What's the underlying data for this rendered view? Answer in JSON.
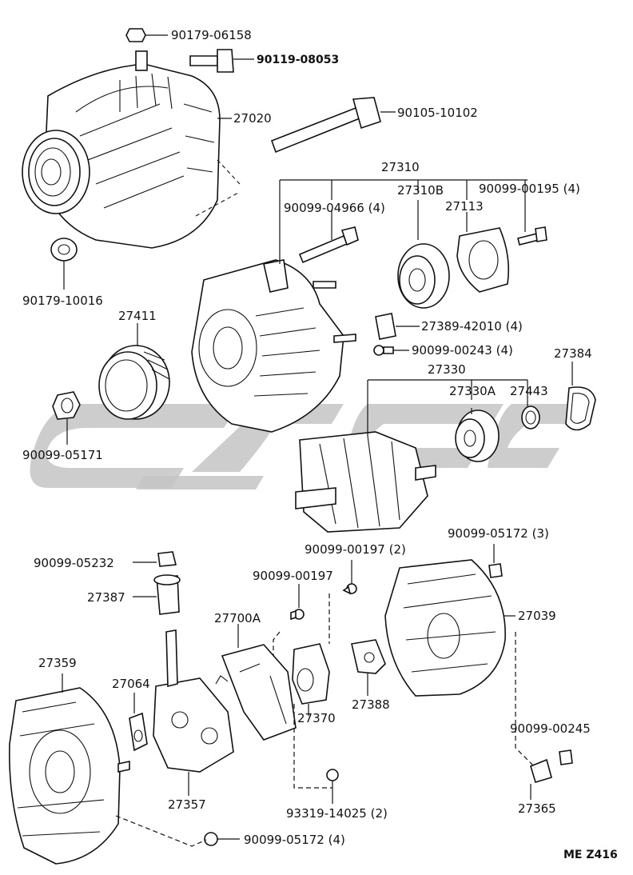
{
  "diagram": {
    "code": "ME Z416",
    "labels": {
      "p90179_06158": "90179-06158",
      "p90119_08053": "90119-08053",
      "p27020": "27020",
      "p90105_10102": "90105-10102",
      "p27310": "27310",
      "p27310B": "27310B",
      "p90099_00195": "90099-00195 (4)",
      "p90099_04966": "90099-04966 (4)",
      "p27113": "27113",
      "p90179_10016": "90179-10016",
      "p27411": "27411",
      "p27389_42010": "27389-42010 (4)",
      "p90099_00243": "90099-00243 (4)",
      "p27384": "27384",
      "p27330": "27330",
      "p27330A": "27330A",
      "p27443": "27443",
      "p90099_05171": "90099-05171",
      "p90099_05232": "90099-05232",
      "p90099_00197_2": "90099-00197 (2)",
      "p90099_05172_3": "90099-05172 (3)",
      "p90099_00197": "90099-00197",
      "p27387": "27387",
      "p27700A": "27700A",
      "p27039": "27039",
      "p27359": "27359",
      "p27064": "27064",
      "p27370": "27370",
      "p27388": "27388",
      "p90099_00245": "90099-00245",
      "p27357": "27357",
      "p93319_14025": "93319-14025 (2)",
      "p27365": "27365",
      "p90099_05172_4": "90099-05172 (4)"
    }
  }
}
